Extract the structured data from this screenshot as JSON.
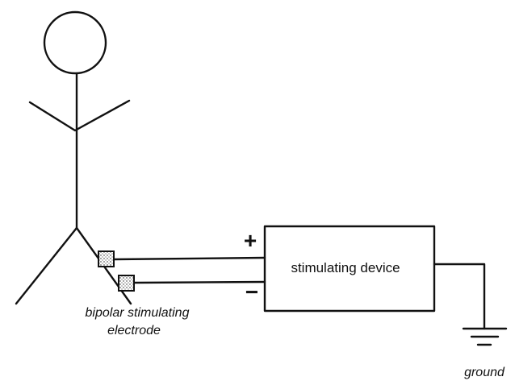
{
  "diagram": {
    "device_label": "stimulating device",
    "electrode_label_line1": "bipolar  stimulating",
    "electrode_label_line2": "electrode",
    "positive_sign": "+",
    "negative_sign": "−",
    "ground_label": "ground"
  }
}
